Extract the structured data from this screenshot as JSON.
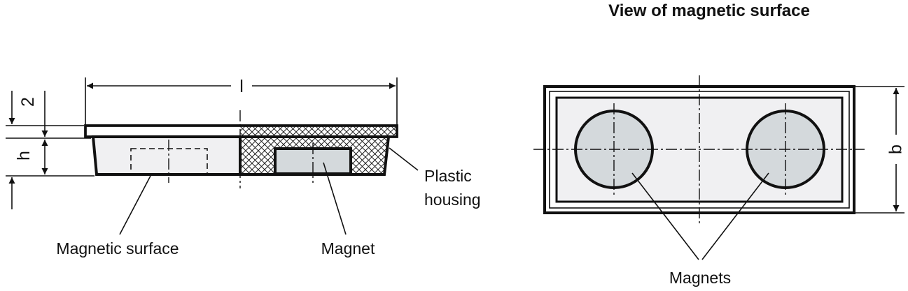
{
  "title": "View of magnetic surface",
  "labels": {
    "magnetic_surface": "Magnetic surface",
    "magnet": "Magnet",
    "plastic_line1": "Plastic",
    "plastic_line2": "housing",
    "magnets": "Magnets"
  },
  "dimensions": {
    "length": "l",
    "height": "h",
    "recess": "2",
    "width": "b"
  },
  "colors": {
    "line": "#111111",
    "fill_light": "#f0f0f2",
    "magnet_fill": "#d4d9dc"
  }
}
